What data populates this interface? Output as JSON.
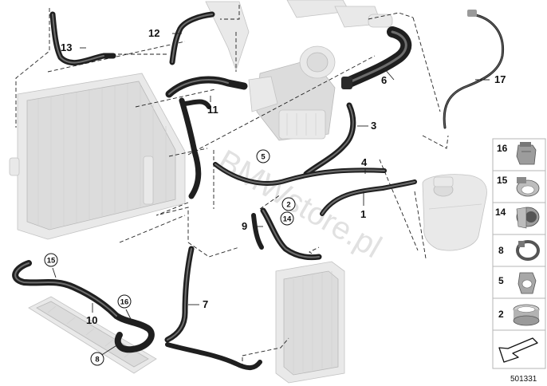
{
  "diagram": {
    "callouts": [
      {
        "id": "c1",
        "text": "1"
      },
      {
        "id": "c3",
        "text": "3"
      },
      {
        "id": "c4",
        "text": "4"
      },
      {
        "id": "c6",
        "text": "6"
      },
      {
        "id": "c7",
        "text": "7"
      },
      {
        "id": "c9",
        "text": "9"
      },
      {
        "id": "c10",
        "text": "10"
      },
      {
        "id": "c11",
        "text": "11"
      },
      {
        "id": "c12",
        "text": "12"
      },
      {
        "id": "c13",
        "text": "13"
      },
      {
        "id": "c17",
        "text": "17"
      }
    ],
    "circled_callouts": [
      {
        "id": "cc2",
        "text": "2"
      },
      {
        "id": "cc5",
        "text": "5"
      },
      {
        "id": "cc8",
        "text": "8"
      },
      {
        "id": "cc14",
        "text": "14"
      },
      {
        "id": "cc15",
        "text": "15"
      },
      {
        "id": "cc16",
        "text": "16"
      }
    ],
    "legend": [
      {
        "id": "l16",
        "text": "16",
        "icon": "hose-clip-icon"
      },
      {
        "id": "l15",
        "text": "15",
        "icon": "worm-clamp-icon"
      },
      {
        "id": "l14",
        "text": "14",
        "icon": "wide-clamp-icon"
      },
      {
        "id": "l8",
        "text": "8",
        "icon": "spring-clamp-icon"
      },
      {
        "id": "l5",
        "text": "5",
        "icon": "clip-clamp-icon"
      },
      {
        "id": "l2",
        "text": "2",
        "icon": "band-clamp-icon"
      }
    ],
    "watermark": "BMWstore.pl",
    "document_number": "501331"
  }
}
